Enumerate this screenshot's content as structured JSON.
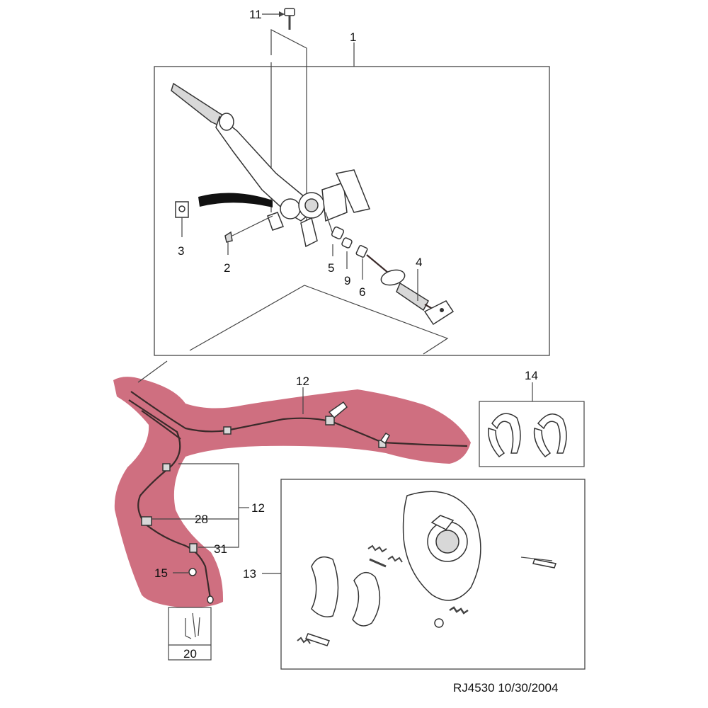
{
  "diagram": {
    "highlight_color": "#cf6f80",
    "callouts": {
      "c1": "1",
      "c2": "2",
      "c3": "3",
      "c4": "4",
      "c5": "5",
      "c6": "6",
      "c9": "9",
      "c11": "11",
      "c12a": "12",
      "c12b": "12",
      "c13": "13",
      "c14": "14",
      "c15": "15",
      "c20": "20",
      "c28": "28",
      "c31": "31"
    },
    "footer_text": "RJ4530  10/30/2004"
  }
}
